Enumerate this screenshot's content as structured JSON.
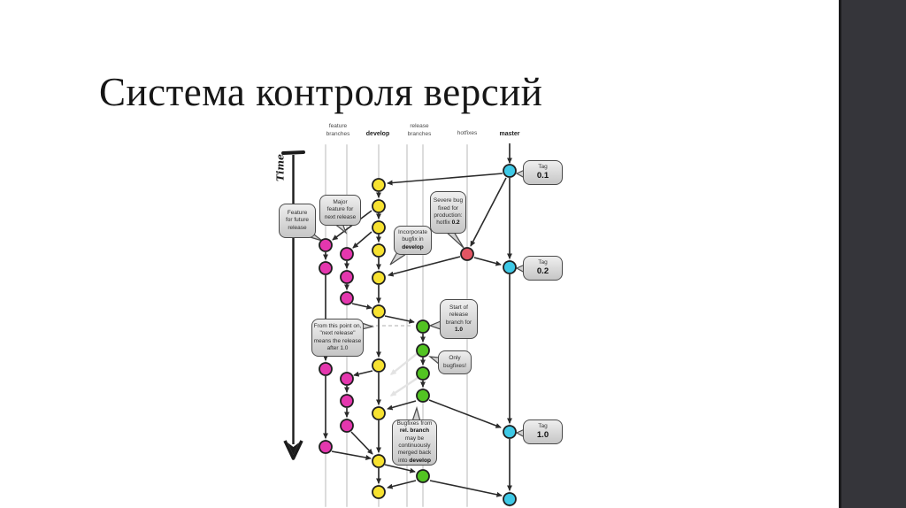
{
  "slide": {
    "title": "Система контроля версий"
  },
  "panel": {
    "color": "#35353a"
  },
  "diagram": {
    "time_label": "Time",
    "headers": {
      "feature_line1": "feature",
      "feature_line2": "branches",
      "develop": "develop",
      "release_line1": "release",
      "release_line2": "branches",
      "hotfixes": "hotfixes",
      "master": "master"
    },
    "node_colors": {
      "master": "#3ec9e6",
      "develop": "#f7e231",
      "feature": "#e437ae",
      "release": "#52c322",
      "hotfix": "#e25563"
    },
    "bubbles": {
      "feature_future": {
        "l1": "Feature",
        "l2": "for future",
        "l3": "release"
      },
      "major_feature": {
        "l1": "Major",
        "l2": "feature for",
        "l3": "next release"
      },
      "severe_bug": {
        "l1": "Severe bug",
        "l2": "fixed for",
        "l3": "production:",
        "l4a": "hotfix ",
        "l4b": "0.2"
      },
      "incorporate": {
        "l1": "Incorporate",
        "l2": "bugfix in",
        "l3": "develop"
      },
      "from_this_point": {
        "l1": "From this point on,",
        "l2": "\"next release\"",
        "l3": "means the release",
        "l4": "after 1.0"
      },
      "start_release": {
        "l1": "Start of",
        "l2": "release",
        "l3": "branch for",
        "l4": "1.0"
      },
      "only_bugfixes": {
        "l1": "Only",
        "l2": "bugfixes!"
      },
      "bugfixes_from": {
        "l1": "Bugfixes from",
        "l2": "rel. branch",
        "l3": "may be",
        "l4": "continuously",
        "l5": "merged back",
        "l6a": "into ",
        "l6b": "develop"
      },
      "tag_01": {
        "label": "Tag",
        "value": "0.1"
      },
      "tag_02": {
        "label": "Tag",
        "value": "0.2"
      },
      "tag_10": {
        "label": "Tag",
        "value": "1.0"
      }
    }
  }
}
